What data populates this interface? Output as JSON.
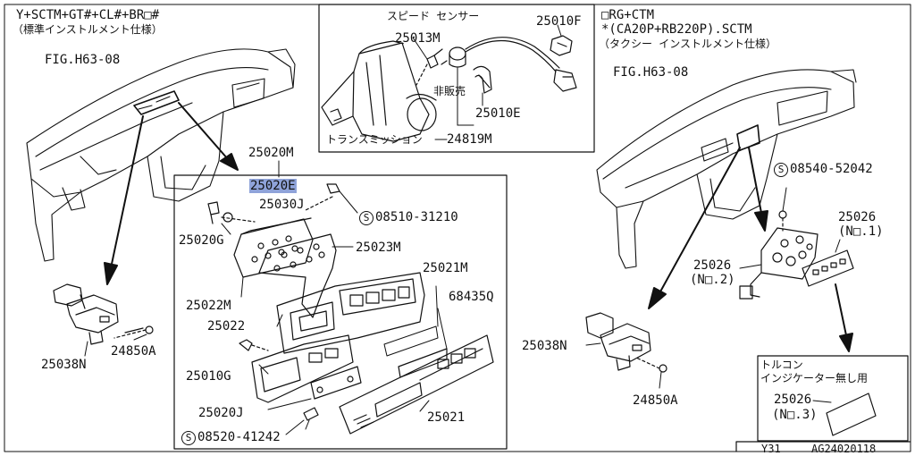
{
  "left_header": {
    "line1": "Y+SCTM+GT#+CL#+BR□#",
    "line2": "（標準インストルメント仕様）"
  },
  "right_header": {
    "line1": "□RG+CTM",
    "line2": "*(CA20P+RB220P).SCTM",
    "line3": "（タクシー インストルメント仕様）"
  },
  "inset_title": "スピード センサー",
  "not_for_sale": "非販売",
  "transmission": "トランスミッション",
  "torque_note": {
    "line1": "トルコン",
    "line2": "インジケーター無し用"
  },
  "footer": {
    "code1": "Y31",
    "code2": "AG24020118"
  },
  "labels": {
    "fig_left": "FIG.H63-08",
    "fig_right": "FIG.H63-08",
    "p25013M": "25013M",
    "p25010F": "25010F",
    "p25010E": "25010E",
    "p24819M": "24819M",
    "p25020M": "25020M",
    "p25020E": "25020E",
    "p25030J": "25030J",
    "s08510": "08510-31210",
    "p25020G": "25020G",
    "p25023M": "25023M",
    "p25021M": "25021M",
    "p25022M": "25022M",
    "p68435Q": "68435Q",
    "p25022": "25022",
    "p25010G": "25010G",
    "p25020J": "25020J",
    "p25021": "25021",
    "s08520": "08520-41242",
    "p25038N_left": "25038N",
    "p24850A_left": "24850A",
    "s08540": "08540-52042",
    "p25026_no1": "25026",
    "no1": "(N□.1)",
    "p25026_no2": "25026",
    "no2": "(N□.2)",
    "p25038N_right": "25038N",
    "p24850A_right": "24850A",
    "p25026_no3": "25026",
    "no3": "(N□.3)"
  },
  "screw_symbol": "S",
  "colors": {
    "line": "#111111",
    "highlight": "#8fa3d9"
  }
}
